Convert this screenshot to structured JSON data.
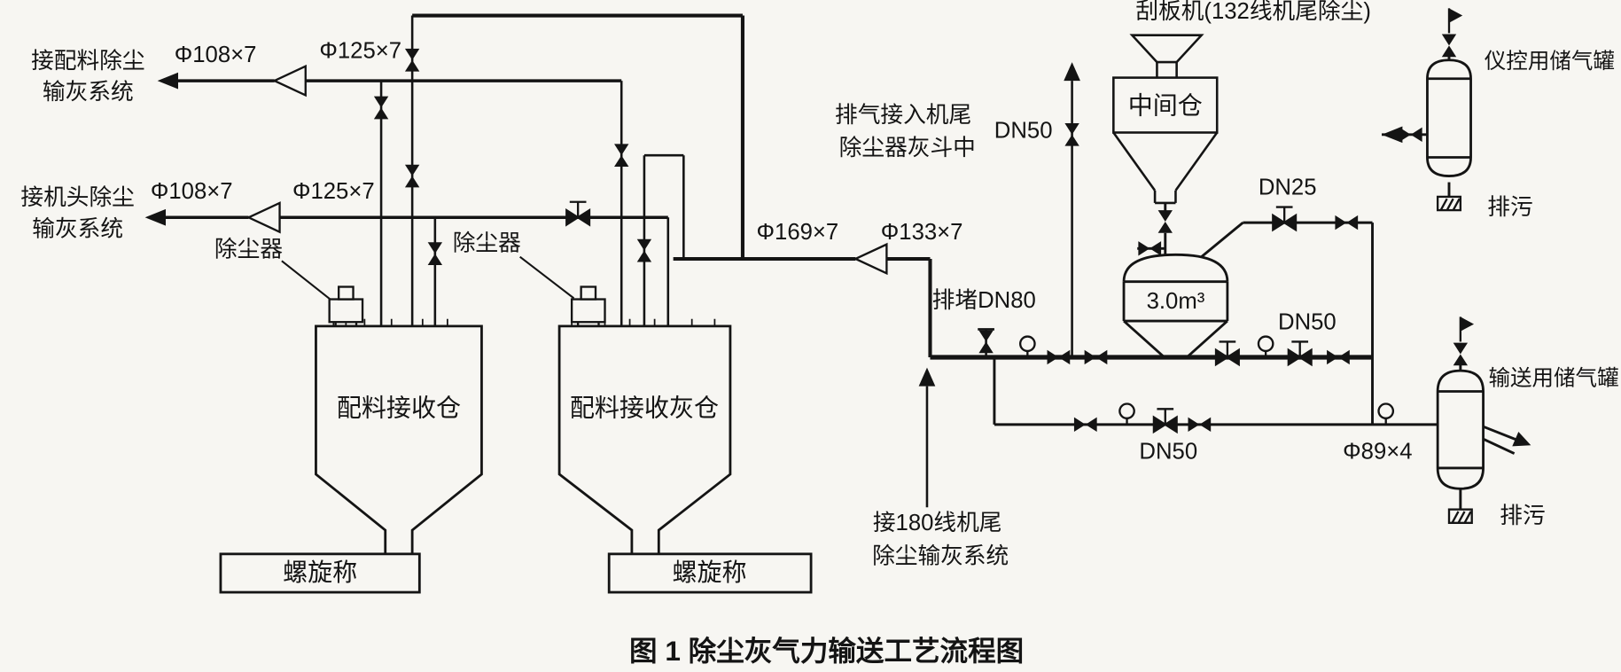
{
  "figure": {
    "caption": "图 1  除尘灰气力输送工艺流程图"
  },
  "colors": {
    "ink": "#141414",
    "paper": "#f7f6f2"
  },
  "left_systems": {
    "batching_line1": "接配料除尘",
    "batching_line2": "输灰系统",
    "head_line1": "接机头除尘",
    "head_line2": "输灰系统"
  },
  "pipe_labels": {
    "p108_top": "Φ108×7",
    "p125_top": "Φ125×7",
    "p108_mid": "Φ108×7",
    "p125_mid": "Φ125×7",
    "p169": "Φ169×7",
    "p133": "Φ133×7",
    "p89": "Φ89×4",
    "dn50_exhaust": "DN50",
    "dn25": "DN25",
    "dn50_main": "DN50",
    "dn50_lower": "DN50",
    "paidu": "排堵DN80"
  },
  "notes": {
    "exhaust_line1": "排气接入机尾",
    "exhaust_line2": "除尘器灰斗中",
    "line180_line1": "接180线机尾",
    "line180_line2": "除尘输灰系统"
  },
  "equipment": {
    "dust_collector_left": "除尘器",
    "dust_collector_right": "除尘器",
    "bin_left": "配料接收仓",
    "bin_right": "配料接收灰仓",
    "scale_left": "螺旋称",
    "scale_right": "螺旋称",
    "scraper": "刮板机(132线机尾除尘)",
    "middle_bin": "中间仓",
    "vessel_volume": "3.0m³",
    "tank_instrument": "仪控用储气罐",
    "tank_conveying": "输送用储气罐",
    "drain_top": "排污",
    "drain_bottom": "排污"
  }
}
